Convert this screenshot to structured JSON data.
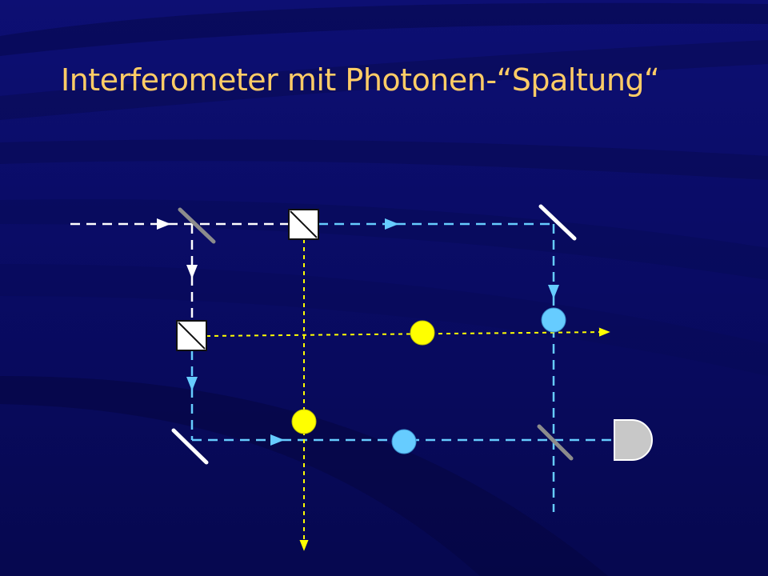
{
  "slide": {
    "title": "Interferometer mit Photonen-“Spaltung“"
  },
  "colors": {
    "background": "#0a0c66",
    "title": "#ffcc66",
    "input_beam": "#ffffff",
    "blue_photon": "#66ccff",
    "yellow_photon": "#ffff00",
    "mirror_gray": "#8c8c8c",
    "mirror_white": "#ffffff",
    "beam_splitter": "#ffffff",
    "detector": "#c8c8c8"
  },
  "diagram": {
    "components": [
      "input-beam",
      "partial-mirror-top-left",
      "beam-splitter-crystal-top",
      "beam-splitter-crystal-left",
      "mirror-top-right",
      "mirror-bottom-left",
      "beam-combiner-bottom-right",
      "detector"
    ]
  }
}
